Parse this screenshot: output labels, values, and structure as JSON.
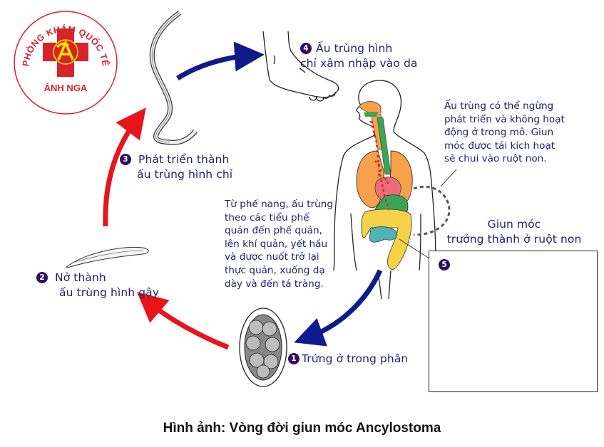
{
  "logo": {
    "arc_text": "PHÒNG KHÁM QUỐC TẾ",
    "name": "ÁNH NGA",
    "monogram": "A",
    "colors": {
      "red": "#d8232a",
      "yellow": "#f7e600"
    }
  },
  "title": "Vòng đời giun móc Ancylostoma",
  "caption": "Hình ảnh: Vòng đời giun móc Ancylostoma",
  "stages": [
    {
      "number": "1",
      "lines": [
        "Trứng ở trong phân"
      ]
    },
    {
      "number": "2",
      "lines": [
        "Nở thành",
        "ấu trùng hình gậy"
      ]
    },
    {
      "number": "3",
      "lines": [
        "Phát triển thành",
        "ấu trùng hình chỉ"
      ]
    },
    {
      "number": "4",
      "lines": [
        "Ấu trùng hình",
        "chỉ xâm nhập vào da"
      ]
    },
    {
      "number": "5",
      "lines": [
        "Giun móc",
        "trưởng thành ở ruột non"
      ]
    }
  ],
  "notes": {
    "dormant": [
      "Ấu trùng có thể ngừng",
      "phát triển và không hoạt",
      "động ở trong mô. Giun",
      "móc được tái kích hoạt",
      "sẽ chui vào ruột non."
    ],
    "migration": [
      "Từ phế nang, ấu trùng",
      "theo các tiểu phế",
      "quản đến phế quản,",
      "lên khí quản, yết hầu",
      "và được nuốt trở lại",
      "thực quản, xuống dạ",
      "dày và đến tá tràng."
    ]
  },
  "colors": {
    "text_navy": "#1f2170",
    "badge_purple": "#2d0f63",
    "arrow_red": "#e8141b",
    "arrow_blue": "#0f1a8c",
    "lungs_orange": "#f7a14a",
    "stomach_green": "#3aa655",
    "intestine_yellow": "#f5d24a",
    "small_intestine_teal": "#4fb3b5",
    "heart_pink": "#ee6b7e"
  }
}
